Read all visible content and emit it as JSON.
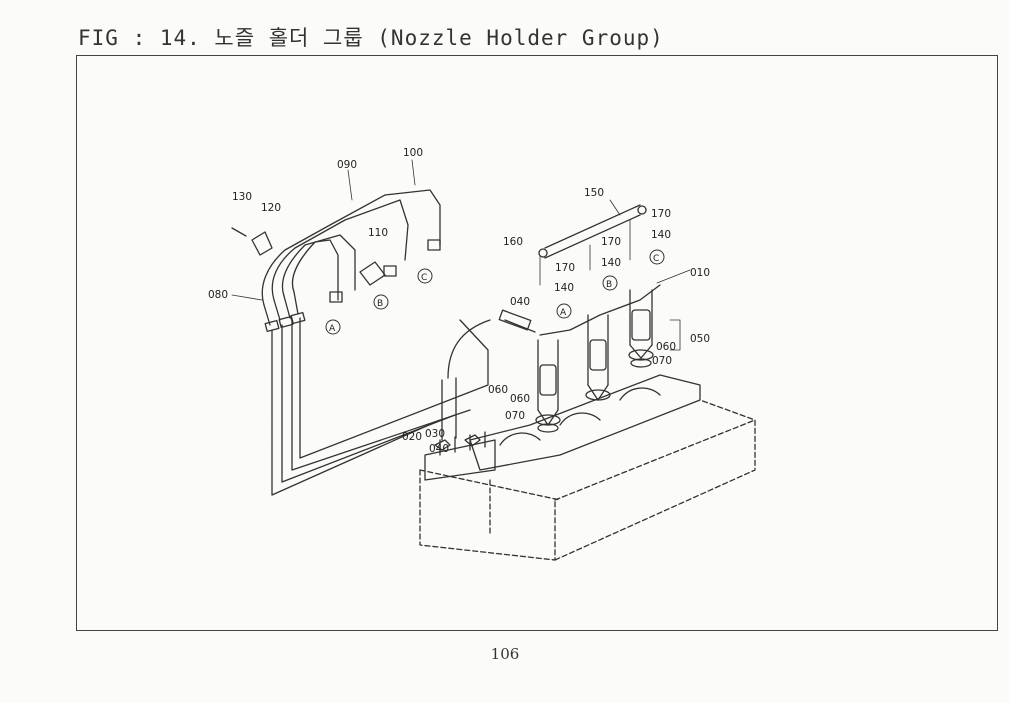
{
  "figure": {
    "title": "FIG : 14. 노즐 홀더 그룹 (Nozzle Holder Group)"
  },
  "part_labels": [
    "010",
    "020",
    "030",
    "040",
    "040",
    "050",
    "060",
    "060",
    "060",
    "070",
    "070",
    "080",
    "090",
    "100",
    "110",
    "120",
    "130",
    "140",
    "140",
    "140",
    "150",
    "160",
    "170",
    "170",
    "170"
  ],
  "connection_markers": [
    "A",
    "B",
    "C",
    "A",
    "B",
    "C"
  ],
  "page_number": "106"
}
